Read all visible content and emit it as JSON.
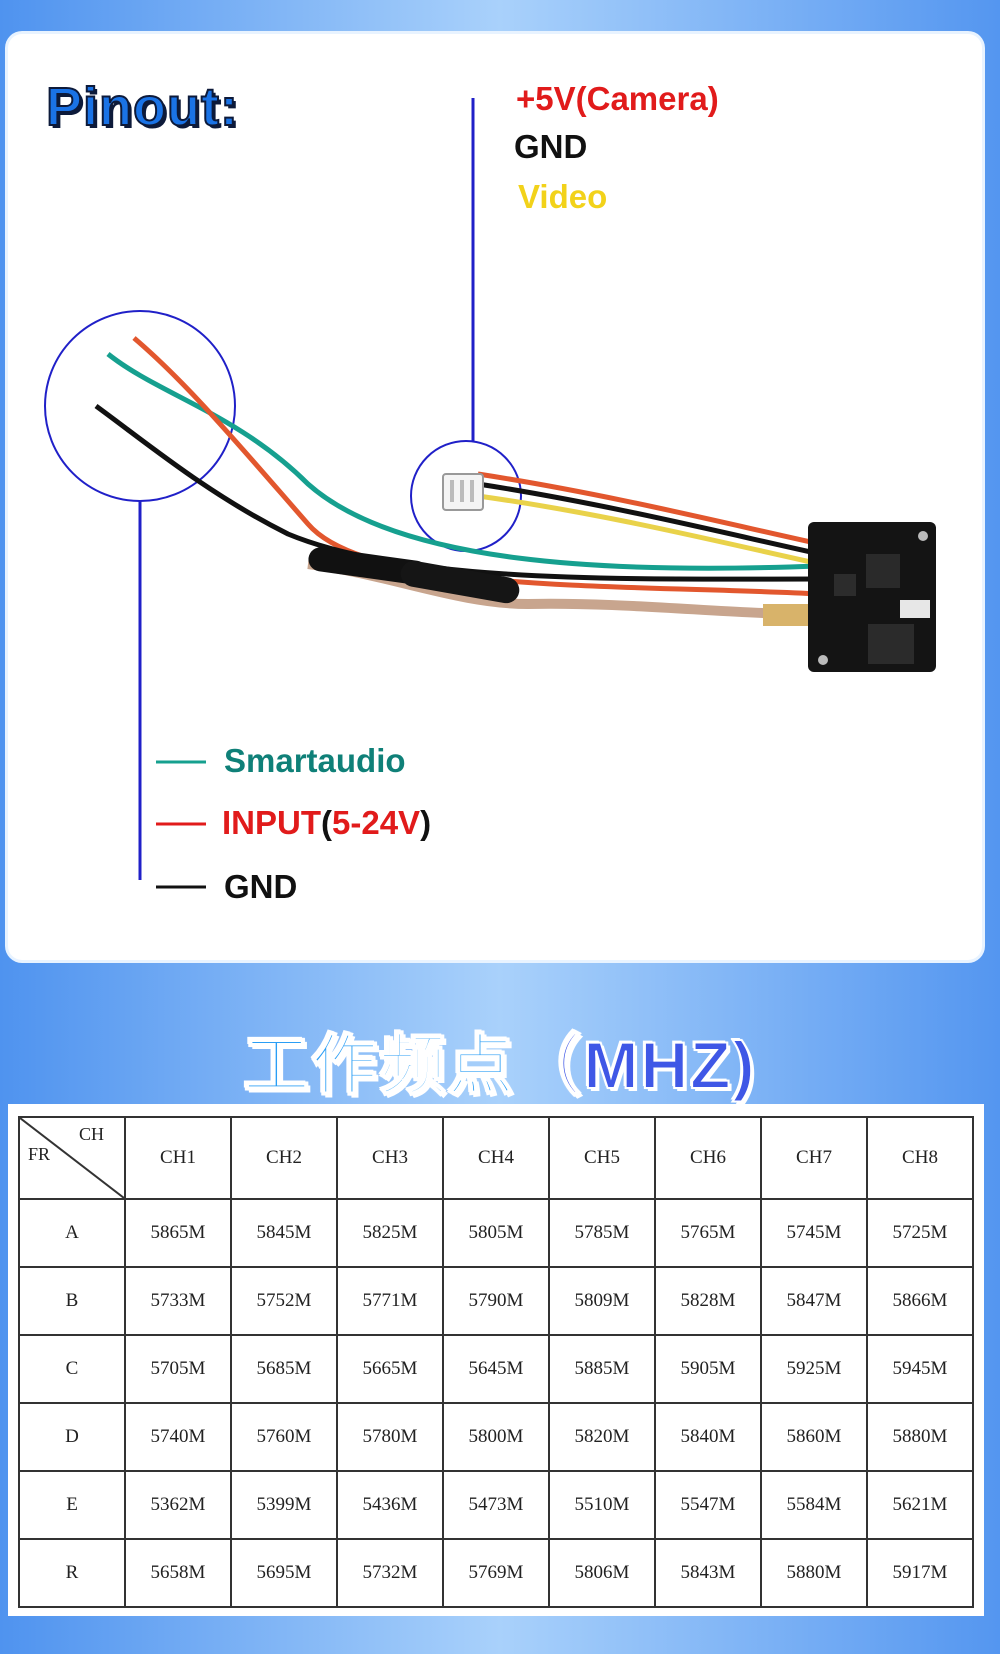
{
  "pinout": {
    "title": "Pinout:",
    "camera_connector": {
      "plus5v_label": "+5V(Camera)",
      "gnd_label": "GND",
      "video_label": "Video"
    },
    "input_wires": {
      "smartaudio_label": "Smartaudio",
      "input_label": "INPUT",
      "input_open_paren": "(",
      "input_range": "5-24V",
      "input_close_paren": ")",
      "gnd_label": "GND"
    },
    "wire_colors": {
      "teal": "#16a08f",
      "red": "#e2572e",
      "black": "#111111",
      "yellow": "#e9d24a",
      "callout_line": "#2020c8"
    }
  },
  "frequency_table": {
    "title": "工作频点",
    "title_unit": "（MHZ)",
    "corner_ch": "CH",
    "corner_fr": "FR",
    "columns": [
      "CH1",
      "CH2",
      "CH3",
      "CH4",
      "CH5",
      "CH6",
      "CH7",
      "CH8"
    ],
    "rows": [
      {
        "band": "A",
        "values": [
          "5865M",
          "5845M",
          "5825M",
          "5805M",
          "5785M",
          "5765M",
          "5745M",
          "5725M"
        ]
      },
      {
        "band": "B",
        "values": [
          "5733M",
          "5752M",
          "5771M",
          "5790M",
          "5809M",
          "5828M",
          "5847M",
          "5866M"
        ]
      },
      {
        "band": "C",
        "values": [
          "5705M",
          "5685M",
          "5665M",
          "5645M",
          "5885M",
          "5905M",
          "5925M",
          "5945M"
        ]
      },
      {
        "band": "D",
        "values": [
          "5740M",
          "5760M",
          "5780M",
          "5800M",
          "5820M",
          "5840M",
          "5860M",
          "5880M"
        ]
      },
      {
        "band": "E",
        "values": [
          "5362M",
          "5399M",
          "5436M",
          "5473M",
          "5510M",
          "5547M",
          "5584M",
          "5621M"
        ]
      },
      {
        "band": "R",
        "values": [
          "5658M",
          "5695M",
          "5732M",
          "5769M",
          "5806M",
          "5843M",
          "5880M",
          "5917M"
        ]
      }
    ]
  }
}
